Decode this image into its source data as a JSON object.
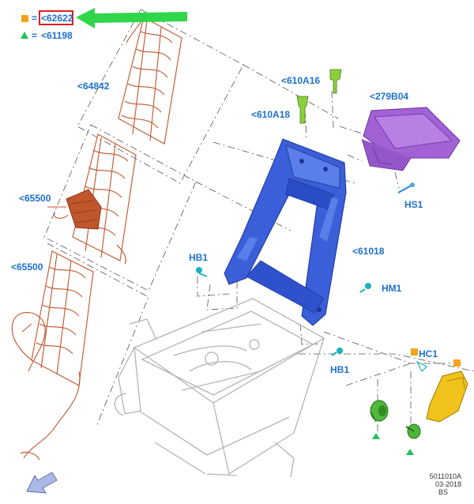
{
  "legend": {
    "square_text": "<62622",
    "triangle_text": "<61198",
    "equals": "="
  },
  "labels": {
    "p64842": "<64842",
    "p65500a": "<65500",
    "p65500b": "<65500",
    "p610A16": "<610A16",
    "p610A18": "<610A18",
    "p279B04": "<279B04",
    "hs1": "HS1",
    "p61018": "<61018",
    "hb1_left": "HB1",
    "hm1": "HM1",
    "hc1": "HC1",
    "hb1_right": "HB1"
  },
  "footer": {
    "line1": "5011010A",
    "line2": "03-2018",
    "line3": "BS"
  },
  "colors": {
    "label_blue": "#1e6fd0",
    "frame_blue": "#3a5fd9",
    "wire_orange": "#c0562c",
    "module_purple": "#a262d6",
    "lever_yellow": "#f1c21b",
    "knob_green": "#4fb83a",
    "marker_orange": "#f4a417",
    "marker_green": "#21c25a",
    "highlight_red": "#e01e1e",
    "arrow_green": "#2fd64a"
  },
  "icons": {
    "square_marker": "orange-square-icon",
    "triangle_marker": "green-triangle-icon",
    "pointer_arrow": "green-arrow-icon",
    "view_arrow": "blue-view-arrow-icon"
  }
}
